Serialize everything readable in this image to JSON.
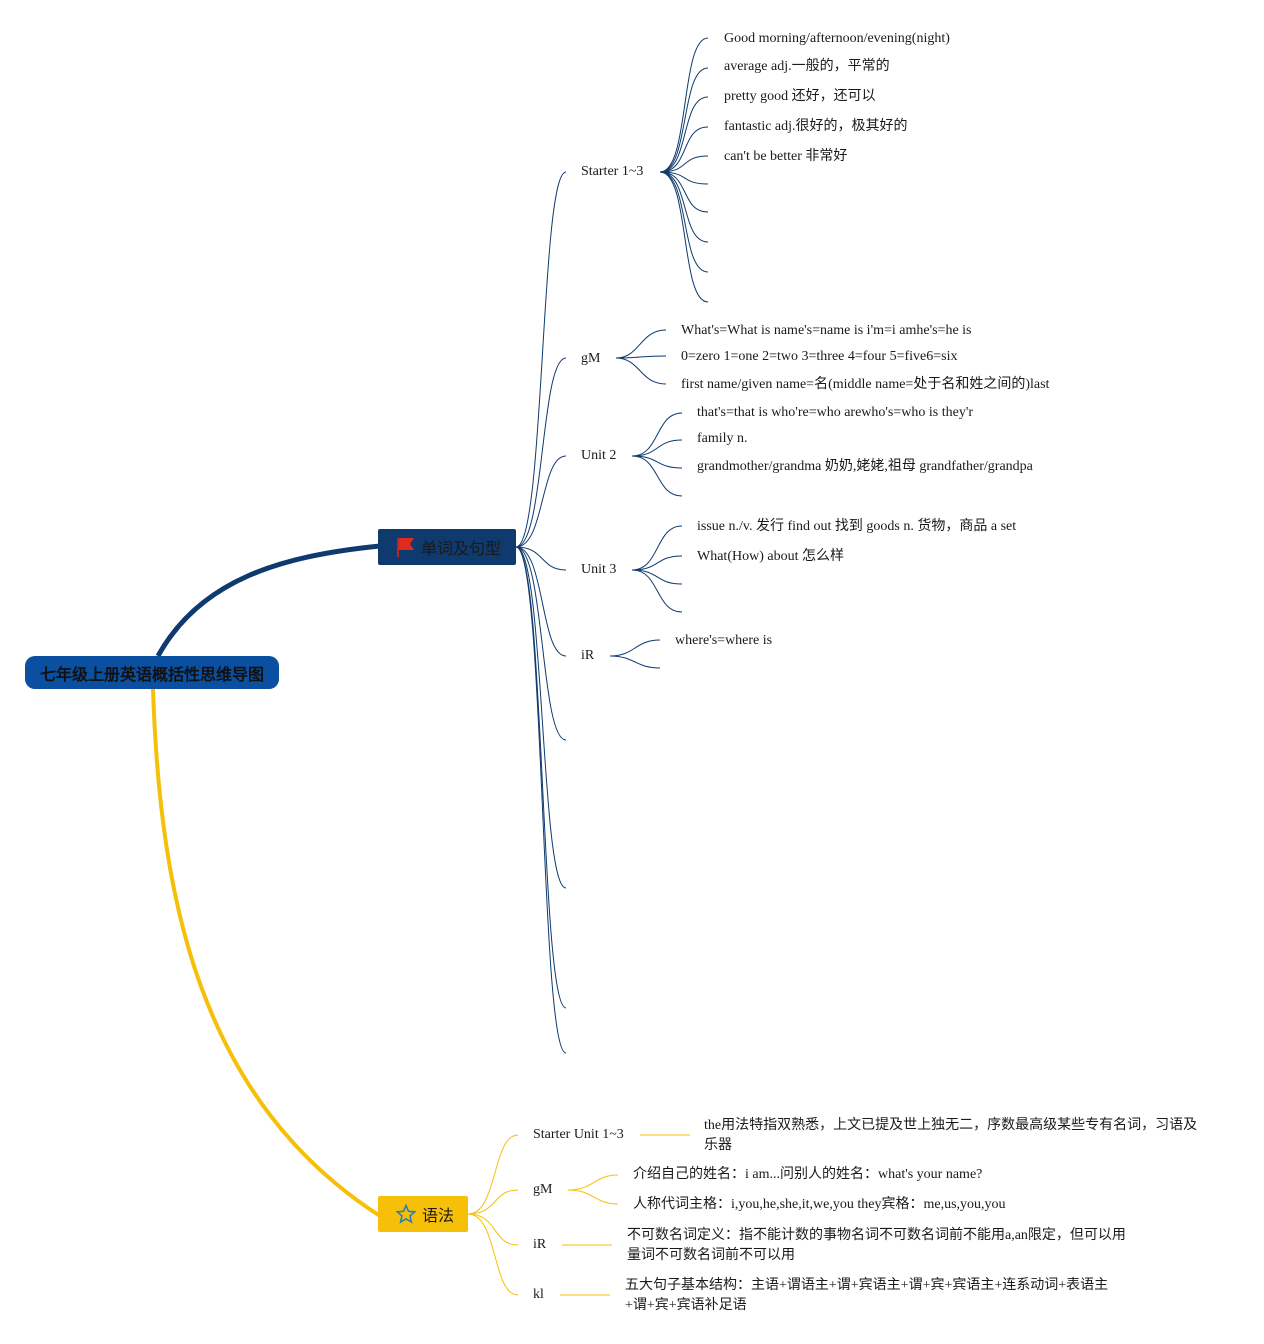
{
  "root": {
    "title": "七年级上册英语概括性思维导图"
  },
  "branch_vocab": {
    "label": "单词及句型",
    "icon": "red-flag-icon",
    "topics": [
      {
        "label": "Starter 1~3",
        "items": [
          "Good morning/afternoon/evening(night)",
          "average adj.一般的，平常的",
          "pretty good 还好，还可以",
          "fantastic adj.很好的，极其好的",
          "can't be better 非常好"
        ]
      },
      {
        "label": "gM",
        "items": [
          "What's=What is name's=name is i'm=i amhe's=he is",
          "0=zero 1=one 2=two 3=three 4=four 5=five6=six",
          "first name/given name=名(middle name=处于名和姓之间的)last"
        ]
      },
      {
        "label": "Unit 2",
        "items": [
          "that's=that is who're=who arewho's=who is they'r",
          "family n.",
          "grandmother/grandma 奶奶,姥姥,祖母 grandfather/grandpa"
        ]
      },
      {
        "label": "Unit 3",
        "items": [
          "issue n./v. 发行 find out 找到 goods n. 货物，商品 a set",
          "What(How) about 怎么样"
        ]
      },
      {
        "label": "iR",
        "items": [
          "where's=where is"
        ]
      }
    ]
  },
  "branch_grammar": {
    "label": "语法",
    "icon": "star-icon",
    "topics": [
      {
        "label": "Starter Unit 1~3",
        "items": [
          "the用法特指双熟悉，上文已提及世上独无二，序数最高级某些专有名词，习语及乐器"
        ]
      },
      {
        "label": "gM",
        "items": [
          "介绍自己的姓名：i am...问别人的姓名：what's your name?",
          "人称代词主格：i,you,he,she,it,we,you they宾格：me,us,you,you"
        ]
      },
      {
        "label": "iR",
        "items": [
          "不可数名词定义：指不能计数的事物名词不可数名词前不能用a,an限定，但可以用量词不可数名词前不可以用"
        ]
      },
      {
        "label": "kl",
        "items": [
          "五大句子基本结构：主语+谓语主+谓+宾语主+谓+宾+宾语主+连系动词+表语主+谓+宾+宾语补足语"
        ]
      }
    ]
  },
  "colors": {
    "root": "#0b4fa0",
    "vocab": "#0e3a6e",
    "grammar": "#f5c007",
    "vocab_line": "#0e3a6e",
    "grammar_line": "#f5c007"
  }
}
